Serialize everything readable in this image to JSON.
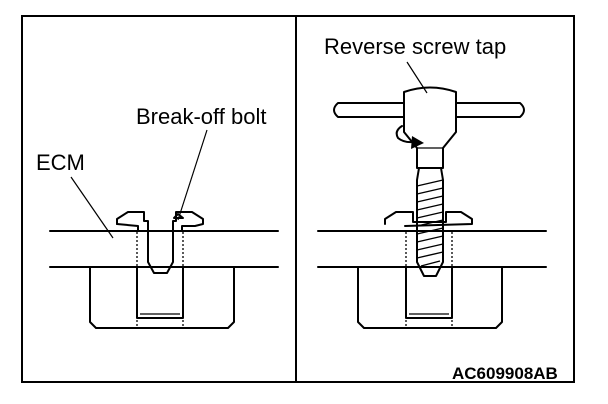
{
  "figure": {
    "left_panel": {
      "labels": {
        "bolt": "Break-off bolt",
        "ecm": "ECM"
      }
    },
    "right_panel": {
      "labels": {
        "tap": "Reverse screw tap"
      }
    },
    "figure_code": "AC609908AB"
  }
}
